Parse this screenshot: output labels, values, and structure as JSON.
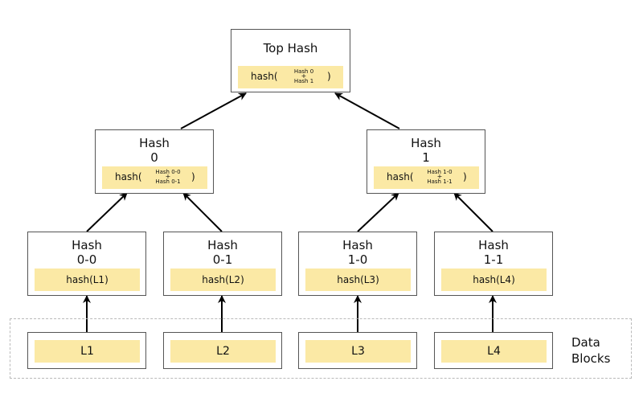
{
  "top": {
    "title": "Top Hash",
    "fn": "hash(",
    "close": ")",
    "arg1": "Hash 0",
    "plus": "+",
    "arg2": "Hash 1"
  },
  "hash0": {
    "title_line1": "Hash",
    "title_line2": "0",
    "fn": "hash(",
    "close": ")",
    "arg1": "Hash 0-0",
    "plus": "+",
    "arg2": "Hash 0-1"
  },
  "hash1": {
    "title_line1": "Hash",
    "title_line2": "1",
    "fn": "hash(",
    "close": ")",
    "arg1": "Hash 1-0",
    "plus": "+",
    "arg2": "Hash 1-1"
  },
  "leaves": [
    {
      "title_line1": "Hash",
      "title_line2": "0-0",
      "content": "hash(L1)"
    },
    {
      "title_line1": "Hash",
      "title_line2": "0-1",
      "content": "hash(L2)"
    },
    {
      "title_line1": "Hash",
      "title_line2": "1-0",
      "content": "hash(L3)"
    },
    {
      "title_line1": "Hash",
      "title_line2": "1-1",
      "content": "hash(L4)"
    }
  ],
  "blocks": [
    "L1",
    "L2",
    "L3",
    "L4"
  ],
  "data_blocks_label": {
    "line1": "Data",
    "line2": "Blocks"
  },
  "colors": {
    "fill": "#fbe9a5",
    "border": "#555555",
    "dashed": "#b9b9b9",
    "arrow": "#000000"
  }
}
